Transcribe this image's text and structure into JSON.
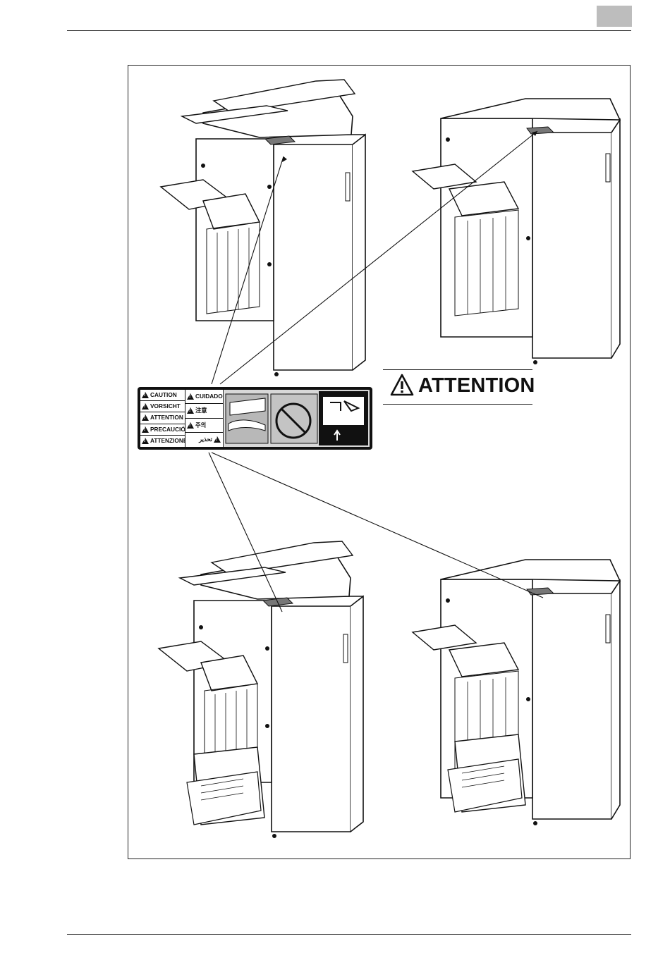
{
  "page": {
    "header_tab_color": "#bdbdbd"
  },
  "warning_label": {
    "left_languages": [
      "CAUTION",
      "VORSICHT",
      "ATTENTION",
      "PRECAUCIÓN",
      "ATTENZIONE"
    ],
    "right_languages": [
      "CUIDADO",
      "注意",
      "주의",
      "تحذير"
    ],
    "icon": "warning-triangle-icon"
  },
  "attention_heading": {
    "text": "ATTENTION",
    "icon": "warning-triangle-icon"
  },
  "illustrations": [
    {
      "name": "finisher-with-document-feeder-top-left"
    },
    {
      "name": "finisher-with-flat-cover-top-right"
    },
    {
      "name": "finisher-with-document-feeder-and-tray-bottom-left"
    },
    {
      "name": "finisher-with-flat-cover-and-tray-bottom-right"
    }
  ]
}
